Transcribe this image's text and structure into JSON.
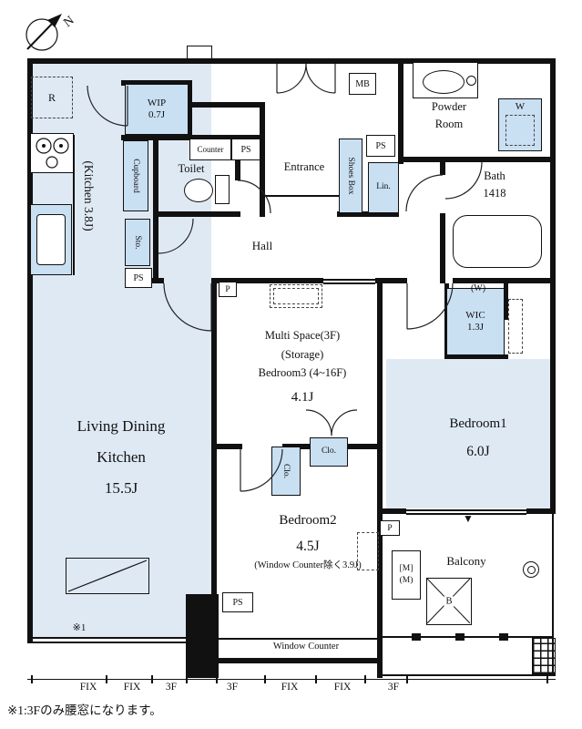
{
  "compass_label": "N",
  "rooms": {
    "kitchen_label": "(Kitchen 3.8J)",
    "ldk_line1": "Living Dining",
    "ldk_line2": "Kitchen",
    "ldk_size": "15.5J",
    "toilet_label": "Toilet",
    "entrance_label": "Entrance",
    "hall_label": "Hall",
    "powder_line1": "Powder",
    "powder_line2": "Room",
    "bath_line1": "Bath",
    "bath_line2": "1418",
    "multi_line1": "Multi Space(3F)",
    "multi_line2": "(Storage)",
    "multi_line3": "Bedroom3 (4~16F)",
    "multi_size": "4.1J",
    "bedroom1_label": "Bedroom1",
    "bedroom1_size": "6.0J",
    "bedroom2_label": "Bedroom2",
    "bedroom2_size": "4.5J",
    "bedroom2_note": "(Window Counter除く3.9J)",
    "wic_label": "WIC",
    "wic_size": "1.3J",
    "wip_label": "WIP",
    "wip_size": "0.7J",
    "balcony_label": "Balcony",
    "window_counter_label": "Window Counter"
  },
  "fixtures": {
    "mb": "MB",
    "ps": "PS",
    "counter": "Counter",
    "shoes_box": "Shoes Box",
    "lin": "Lin.",
    "cupboard": "Cupboard",
    "sto": "Sto.",
    "clo": "Clo.",
    "refrigerator": "R",
    "washer": "W",
    "washer_paren": "(W)",
    "meter_bracket": "[M]",
    "meter_paren": "(M)",
    "b_mark": "B",
    "pillar": "P"
  },
  "annotations": {
    "fix": "FIX",
    "floor3": "3F",
    "note_ref": "※1",
    "balcony_entry_marker": "▼",
    "footer_note": "※1:3Fのみ腰窓になります。"
  },
  "colors": {
    "wall": "#111111",
    "fixture_fill": "#c9dff2",
    "floor_fill": "#dfe9f4"
  }
}
